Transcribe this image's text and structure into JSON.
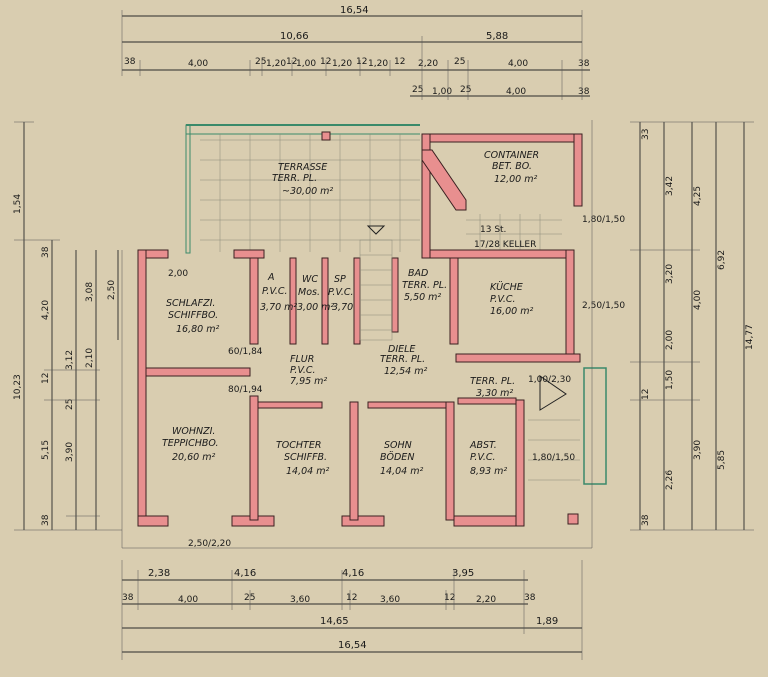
{
  "rooms": {
    "terrasse": {
      "l1": "TERRASSE",
      "l2": "TERR. PL.",
      "area": "~30,00 m²"
    },
    "container": {
      "l1": "CONTAINER",
      "l2": "BET. BO.",
      "area": "12,00 m²"
    },
    "schlafzi": {
      "l1": "SCHLAFZI.",
      "l2": "SCHIFFBO.",
      "area": "16,80 m²"
    },
    "a": {
      "l1": "A",
      "l2": "P.V.C.",
      "area": "3,70 m²"
    },
    "wc": {
      "l1": "WC",
      "l2": "Mos.",
      "area": "3,00 m²"
    },
    "sp": {
      "l1": "SP",
      "l2": "P.V.C.",
      "area": "3,70"
    },
    "bad": {
      "l1": "BAD",
      "l2": "TERR. PL.",
      "area": "5,50 m²"
    },
    "kueche": {
      "l1": "KÜCHE",
      "l2": "P.V.C.",
      "area": "16,00 m²"
    },
    "flur": {
      "l1": "FLUR",
      "l2": "P.V.C.",
      "area": "7,95 m²"
    },
    "diele": {
      "l1": "DIELE",
      "l2": "TERR. PL.",
      "area": "12,54 m²"
    },
    "terrpl": {
      "l1": "TERR. PL.",
      "area": "3,30 m²"
    },
    "wohnzi": {
      "l1": "WOHNZI.",
      "l2": "TEPPICHBO.",
      "area": "20,60 m²"
    },
    "tochter": {
      "l1": "TOCHTER",
      "l2": "SCHIFFB.",
      "area": "14,04 m²"
    },
    "sohn": {
      "l1": "SOHN",
      "l2": "BÖDEN",
      "area": "14,04 m²"
    },
    "abst": {
      "l1": "ABST.",
      "l2": "P.V.C.",
      "area": "8,93 m²"
    },
    "keller": {
      "l1": "13 St.",
      "l2": "17/28 KELLER"
    }
  },
  "dims_top": {
    "row1": "16,54",
    "row2a": "10,66",
    "row2b": "5,88",
    "row3": [
      "38",
      "4,00",
      "25",
      "1,20",
      "12",
      "1,00",
      "12",
      "1,20",
      "12",
      "1,20",
      "12",
      "2,20",
      "25",
      "4,00",
      "38"
    ],
    "row4": [
      "25",
      "1,00",
      "25",
      "4,00",
      "38"
    ]
  },
  "dims_bottom": {
    "row1": [
      "2,38",
      "4,16",
      "4,16",
      "3,95"
    ],
    "row2": [
      "38",
      "4,00",
      "25",
      "3,60",
      "12",
      "3,60",
      "12",
      "2,20",
      "38"
    ],
    "row3a": "14,65",
    "row3b": "1,89",
    "row4": "16,54"
  },
  "dims_left": {
    "outer": [
      "1,54",
      "10,23"
    ],
    "mid": [
      "4,20",
      "5,15"
    ],
    "inner": [
      "3,12",
      "3,90"
    ],
    "inner2": [
      "3,08",
      "2,10"
    ],
    "inner3": [
      "2,50"
    ],
    "small": [
      "38",
      "12",
      "25",
      "38"
    ]
  },
  "dims_right": {
    "outer": [
      "14,77"
    ],
    "mid": [
      "6,92",
      "5,85"
    ],
    "inner": [
      "4,25",
      "4,00",
      "3,90"
    ],
    "inner2": [
      "3,42",
      "3,20",
      "2,00",
      "1,50",
      "2,26"
    ],
    "small": [
      "33",
      "12",
      "38"
    ]
  },
  "openings": [
    "1,80/1,50",
    "2,50/1,50",
    "1,80/1,50",
    "2,50/2,20",
    "1,00/2,30",
    "60/1,84",
    "80/1,94",
    "2,00"
  ],
  "colors": {
    "wall": "#e88f8f",
    "paper": "#d9cdb0",
    "ink": "#1a1a1a",
    "terrace_edge": "#3a8a6a"
  }
}
